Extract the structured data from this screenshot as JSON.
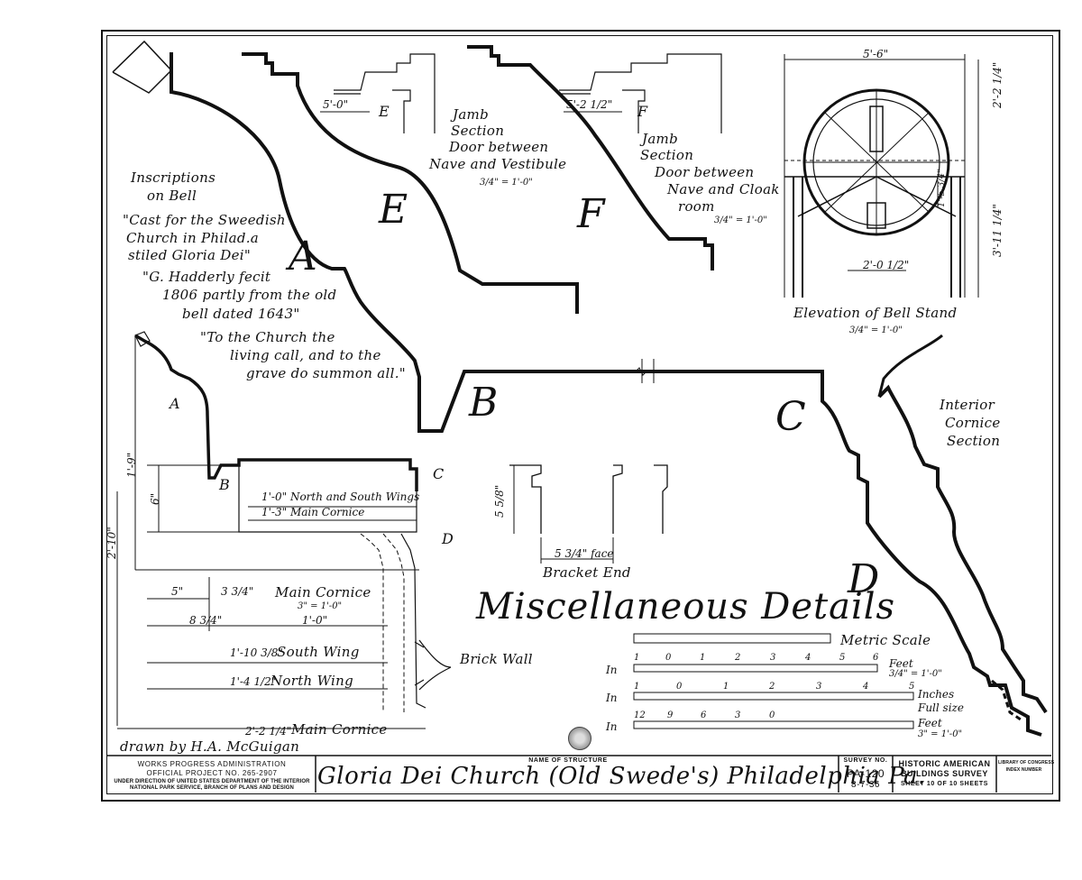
{
  "sheet": {
    "main_title": "Miscellaneous Details",
    "drawn_by": "drawn by H.A. McGuigan"
  },
  "inscriptions": {
    "heading": [
      "Inscriptions",
      "on Bell"
    ],
    "lines": [
      "\"Cast for the Sweedish",
      "Church in Philad.a",
      "stiled Gloria Dei\"",
      "\"G. Hadderly fecit",
      "1806 partly from the old",
      "bell dated 1643\"",
      "\"To the Church the",
      "living call, and to the",
      "grave do summon all.\""
    ]
  },
  "section_letters": {
    "A": "A",
    "B": "B",
    "C": "C",
    "D": "D",
    "E": "E",
    "F": "F"
  },
  "small_letters": {
    "a": "A",
    "b": "B",
    "c": "C",
    "d": "D",
    "e": "E",
    "f": "F"
  },
  "jamb_e": {
    "lines": [
      "Jamb",
      "Section",
      "Door between",
      "Nave and Vestibule"
    ],
    "scale": "3/4\" = 1'-0\"",
    "dim": "5'-0\""
  },
  "jamb_f": {
    "lines": [
      "Jamb",
      "Section",
      "Door between",
      "Nave and Cloak",
      "room"
    ],
    "scale": "3/4\" = 1'-0\"",
    "dim": "5'-2 1/2\""
  },
  "bell_stand": {
    "caption": "Elevation of Bell Stand",
    "scale": "3/4\" = 1'-0\"",
    "dim_top": "5'-6\"",
    "dim_right_upper": "2'-2 1/4\"",
    "dim_right_lower": "3'-11 1/4\"",
    "dim_inner": "1'-5 3/4\"",
    "dim_bottom": "2'-0 1/2\""
  },
  "interior_cornice": {
    "lines": [
      "Interior",
      "Cornice",
      "Section"
    ]
  },
  "bracket": {
    "dim_height": "5 5/8\"",
    "dim_face": "5 3/4\" face",
    "caption": "Bracket End"
  },
  "cornice": {
    "dim_height_total": "2'-10\"",
    "dim_height_1_9": "1'-9\"",
    "dim_height_6": "6\"",
    "label_north_south": "1'-0\" North and South Wings",
    "label_main_cornice": "1'-3\" Main Cornice",
    "dim_5": "5\"",
    "dim_3_3_4": "3 3/4\"",
    "main_cornice_title": "Main Cornice",
    "main_cornice_scale": "3\" = 1'-0\"",
    "dim_8_3_4": "8 3/4\"",
    "dim_1_0": "1'-0\"",
    "south_wing_dim": "1'-10 3/8\"",
    "south_wing_label": "South Wing",
    "north_wing_dim": "1'-4 1/2\"",
    "north_wing_label": "North Wing",
    "main_dim": "2'-2 1/4\"",
    "main_label": "Main Cornice",
    "brick_wall": "Brick Wall"
  },
  "metric_scale": {
    "label": "Metric Scale",
    "row1": {
      "prefix": "In",
      "ticks": [
        "1",
        "0",
        "1",
        "2",
        "3",
        "4",
        "5",
        "6"
      ],
      "units": "Feet",
      "scale": "3/4\" = 1'-0\""
    },
    "row2": {
      "prefix": "In",
      "ticks": [
        "1",
        "0",
        "1",
        "2",
        "3",
        "4",
        "5"
      ],
      "units": "Inches",
      "scale": "Full size"
    },
    "row3": {
      "prefix": "In",
      "ticks": [
        "12",
        "9",
        "6",
        "3",
        "0"
      ],
      "units": "Feet",
      "scale": "3\" = 1'-0\""
    }
  },
  "title_block": {
    "wpa_1": "WORKS PROGRESS ADMINISTRATION",
    "wpa_2": "OFFICIAL PROJECT NO. 265-2907",
    "wpa_3": "UNDER DIRECTION OF UNITED STATES DEPARTMENT OF THE INTERIOR",
    "wpa_4": "NATIONAL PARK SERVICE, BRANCH OF PLANS AND DESIGN",
    "name_label": "NAME OF STRUCTURE",
    "name": "Gloria Dei Church (Old Swede's) Philadelphia Pa.",
    "survey_label": "SURVEY NO.",
    "survey_no": "PA-120",
    "date": "8-7-36",
    "habs_1": "HISTORIC AMERICAN",
    "habs_2": "BUILDINGS SURVEY",
    "sheet_of": "SHEET 10 OF 10 SHEETS",
    "loc_1": "LIBRARY OF CONGRESS",
    "loc_2": "INDEX NUMBER"
  }
}
